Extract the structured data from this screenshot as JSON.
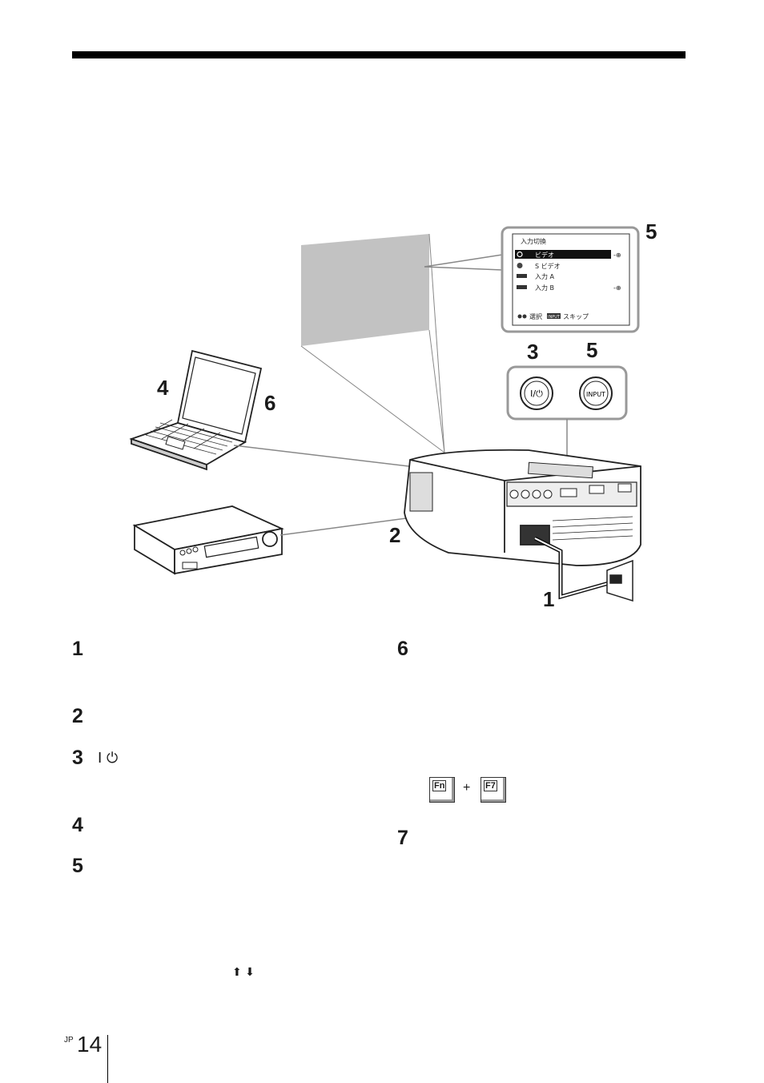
{
  "diagram": {
    "callouts": {
      "laptop": "4",
      "laptop_conn": "6",
      "vcr_conn": "2",
      "power": "1",
      "menu": "5",
      "power_btn": "3",
      "input_btn": "5"
    },
    "menu": {
      "title": "入力切換",
      "items": [
        {
          "label": "ビデオ",
          "selected": true,
          "icon": "video-icon",
          "connected": true
        },
        {
          "label": "S ビデオ",
          "selected": false,
          "icon": "s-video-icon",
          "connected": false
        },
        {
          "label": "入力 A",
          "selected": false,
          "icon": "input-icon",
          "connected": false
        },
        {
          "label": "入力 B",
          "selected": false,
          "icon": "input-icon",
          "connected": true
        }
      ],
      "footer_select": "選択",
      "footer_key": "INPUT",
      "footer_skip": "スキップ"
    },
    "buttons": {
      "power_label": "I/⏻",
      "input_label": "INPUT"
    }
  },
  "steps_left": [
    {
      "num": "1"
    },
    {
      "num": "2"
    },
    {
      "num": "3",
      "glyphs": "I ⏻"
    },
    {
      "num": "4"
    },
    {
      "num": "5",
      "arrows": "⬆ ⬇"
    }
  ],
  "steps_right": [
    {
      "num": "6"
    },
    {
      "num": "7"
    }
  ],
  "keys": {
    "fn": "Fn",
    "plus": "+",
    "f7": "F7"
  },
  "page": {
    "region": "JP",
    "number": "14"
  }
}
